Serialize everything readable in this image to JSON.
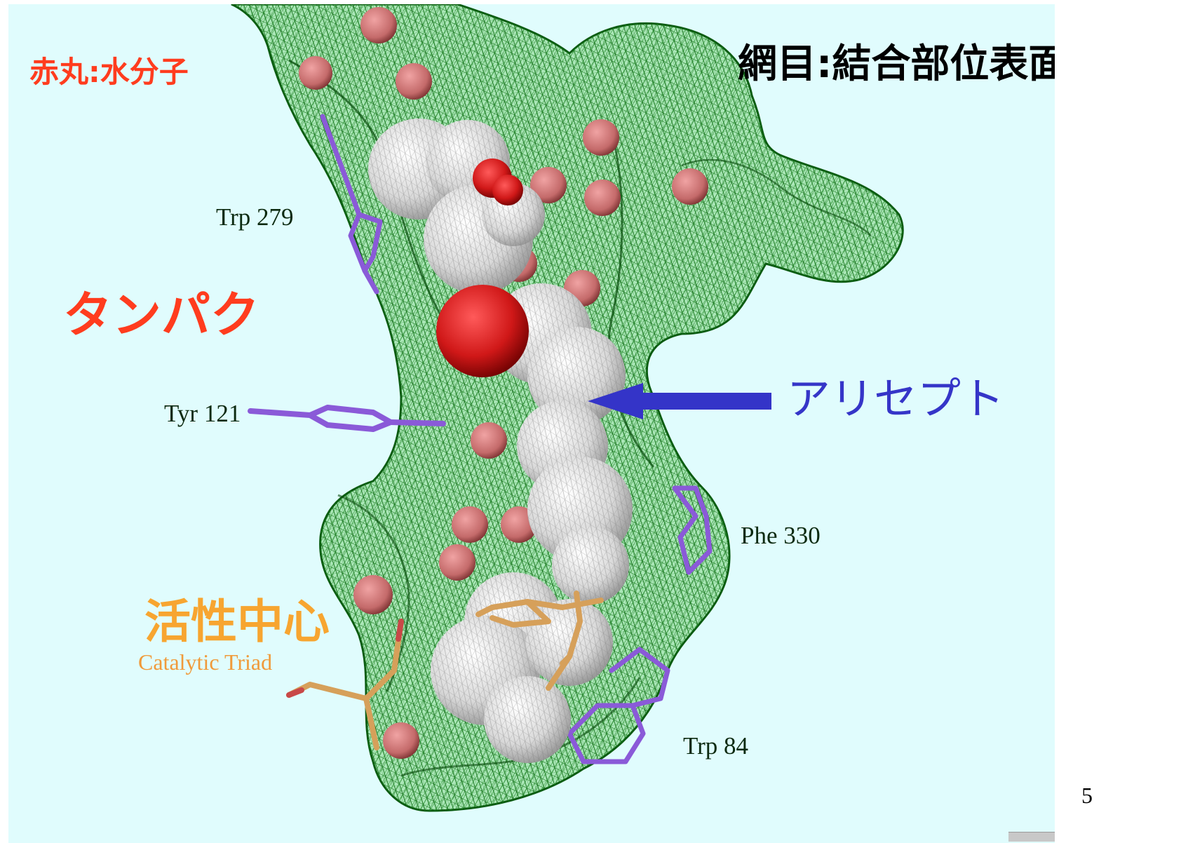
{
  "slide": {
    "number": "5"
  },
  "labels": {
    "legend_water": "赤丸:水分子",
    "legend_mesh": "網目:結合部位表面",
    "protein": "タンパク",
    "acceptor": "アリセプト",
    "active_site": "活性中心",
    "catalytic_triad": "Catalytic Triad"
  },
  "residues": {
    "trp279": "Trp 279",
    "tyr121": "Tyr 121",
    "phe330": "Phe 330",
    "trp84": "Trp 84"
  },
  "colors": {
    "background": "#e0fcfd",
    "mesh": "#0d6a12",
    "mesh_fill": "#6ad36a",
    "water": "#c46a6a",
    "oxygen": "#d01818",
    "ligand": "#d9d9d9",
    "residue_stick": "#8a5ad8",
    "triad_stick": "#d6a05a",
    "label_red": "#ff3c1e",
    "label_blue": "#3535c8",
    "label_orange": "#f7a530"
  }
}
